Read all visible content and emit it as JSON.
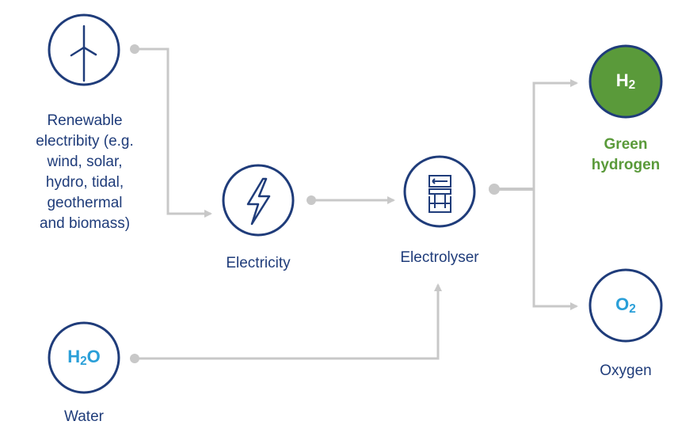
{
  "nodes": {
    "renewable": {
      "label": "Renewable\nelectribity (e.g.\nwind, solar,\nhydro, tidal,\ngeothermal\nand biomass)",
      "icon": "wind-turbine-icon"
    },
    "electricity": {
      "label": "Electricity",
      "icon": "lightning-bolt-icon"
    },
    "electrolyser": {
      "label": "Electrolyser",
      "icon": "electrolyser-icon"
    },
    "water": {
      "label": "Water",
      "formula": "H",
      "formula_sub": "2",
      "formula_end": "O"
    },
    "green_hydrogen": {
      "label": "Green\nhydrogen",
      "formula": "H",
      "formula_sub": "2"
    },
    "oxygen": {
      "label": "Oxygen",
      "formula": "O",
      "formula_sub": "2"
    }
  },
  "colors": {
    "outline": "#1f3c7a",
    "label_blue": "#1f3c7a",
    "water_text": "#2a9fd8",
    "green": "#5a9a3a",
    "connector": "#c8c8c8"
  }
}
